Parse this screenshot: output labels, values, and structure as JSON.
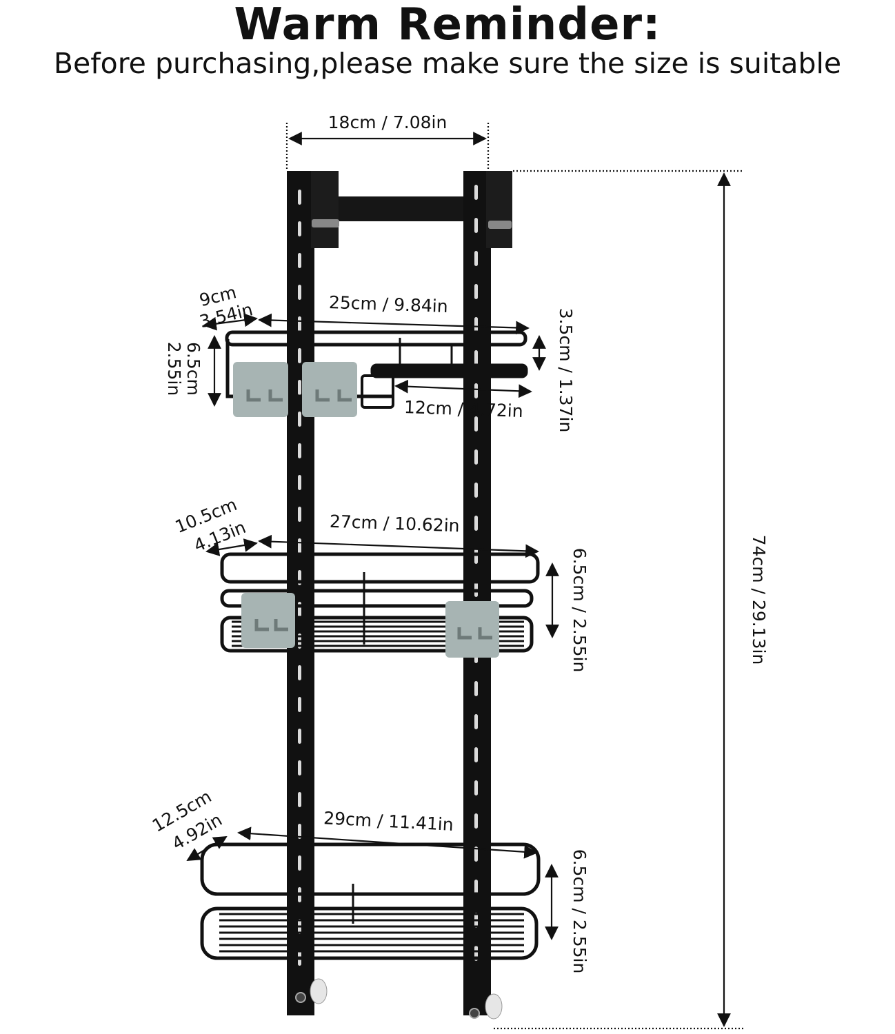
{
  "header": {
    "title": "Warm Reminder:",
    "subtitle": "Before purchasing,please make sure the size is suitable"
  },
  "colors": {
    "frame": "#111111",
    "hook_pad": "#a7b4b3",
    "line": "#111111",
    "background": "#ffffff"
  },
  "dimensions": {
    "top_width": "18cm / 7.08in",
    "total_height": "74cm / 29.13in",
    "shelf1": {
      "depth_cm": "9cm",
      "depth_in": "3.54in",
      "width": "25cm / 9.84in",
      "height": "3.5cm / 1.37in",
      "side_cm": "6.5cm",
      "side_in": "2.55in",
      "basket_width": "12cm / 4.72in"
    },
    "shelf2": {
      "depth_cm": "10.5cm",
      "depth_in": "4.13in",
      "width": "27cm / 10.62in",
      "height": "6.5cm / 2.55in"
    },
    "shelf3": {
      "depth_cm": "12.5cm",
      "depth_in": "4.92in",
      "width": "29cm / 11.41in",
      "height": "6.5cm / 2.55in"
    }
  }
}
